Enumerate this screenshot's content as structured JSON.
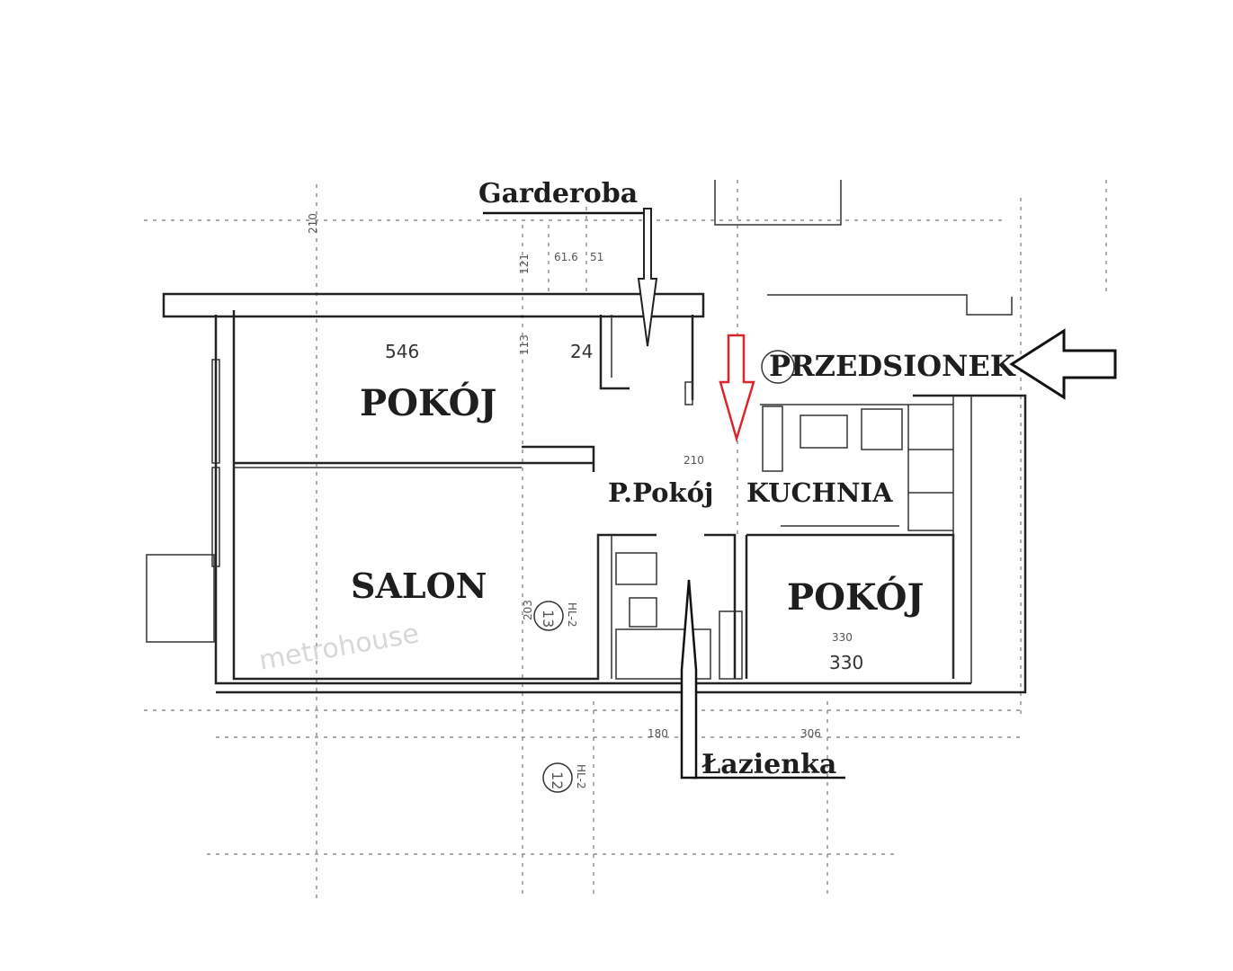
{
  "rooms": {
    "garderoba": "Garderoba",
    "przedsionek": "PRZEDSIONEK",
    "pokoj_1": "POKÓJ",
    "salon": "SALON",
    "p_pokoj": "P.Pokój",
    "kuchnia": "KUCHNIA",
    "pokoj_2": "POKÓJ",
    "lazienka": "Łazienka"
  },
  "dimensions": {
    "d546": "546",
    "d24": "24",
    "d210": "210",
    "d330": "330",
    "d330b": "330",
    "d61_6": "61.6",
    "d51": "51",
    "d203": "203",
    "d210_top": "210",
    "d121": "121",
    "d113": "113",
    "d306": "306",
    "d180": "180"
  },
  "markers": {
    "m13": "13",
    "m12": "12",
    "hl2a": "HL-2",
    "hl2b": "HL-2"
  },
  "watermark": "metrohouse",
  "colors": {
    "highlight_arrow": "#d9262b",
    "ink": "#1e1e1e"
  }
}
